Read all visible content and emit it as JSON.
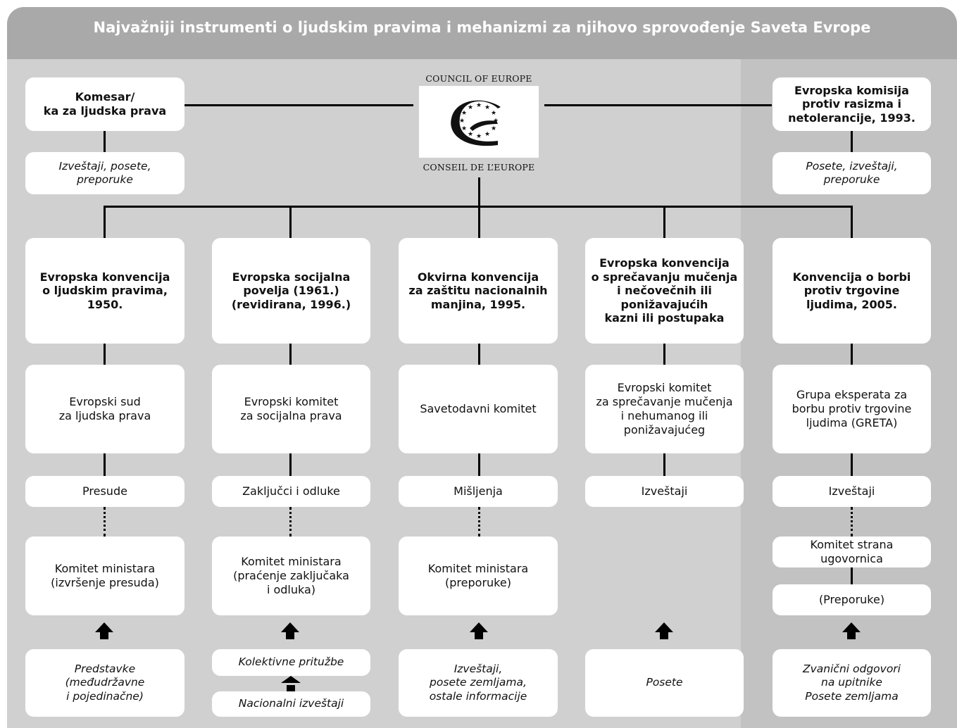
{
  "title": "Najvažniji instrumenti o ljudskim pravima i mehanizmi za njihovo sprovođenje Saveta Evrope",
  "logo": {
    "top_text": "COUNCIL OF EUROPE",
    "bottom_text": "CONSEIL DE L’EUROPE"
  },
  "top_left": {
    "title_line1": "Komesar/",
    "title_line2": "ka za ljudska prava",
    "activities_line1": "Izveštaji, posete,",
    "activities_line2": "preporuke"
  },
  "top_right": {
    "title_line1": "Evropska komisija",
    "title_line2": "protiv rasizma i",
    "title_line3": "netolerancije, 1993.",
    "activities_line1": "Posete, izveštaji,",
    "activities_line2": "preporuke"
  },
  "columns": [
    {
      "instrument": [
        "Evropska konvencija",
        "o ljudskim pravima,",
        "1950."
      ],
      "body": [
        "Evropski sud",
        "za ljudska prava"
      ],
      "output": "Presude",
      "follow_up": [
        "Komitet ministara",
        "(izvršenje presuda)"
      ],
      "sources": [
        "Predstavke",
        "(međudržavne",
        "i pojedinačne)"
      ]
    },
    {
      "instrument": [
        "Evropska socijalna",
        "povelja (1961.)",
        "(revidirana, 1996.)"
      ],
      "body": [
        "Evropski komitet",
        "za socijalna prava"
      ],
      "output": "Zaključci i odluke",
      "follow_up": [
        "Komitet ministara",
        "(praćenje zaključaka",
        "i odluka)"
      ],
      "sources_a": "Kolektivne pritužbe",
      "sources_b": "Nacionalni izveštaji"
    },
    {
      "instrument": [
        "Okvirna konvencija",
        "za zaštitu nacionalnih",
        "manjina, 1995."
      ],
      "body": [
        "Savetodavni komitet"
      ],
      "output": "Mišljenja",
      "follow_up": [
        "Komitet ministara",
        "(preporuke)"
      ],
      "sources": [
        "Izveštaji,",
        "posete zemljama,",
        "ostale informacije"
      ]
    },
    {
      "instrument": [
        "Evropska konvencija",
        "o sprečavanju mučenja",
        "i nečovečnih ili",
        "ponižavajućih",
        "kazni ili postupaka"
      ],
      "body": [
        "Evropski komitet",
        "za sprečavanje mučenja",
        "i nehumanog ili",
        "ponižavajućeg"
      ],
      "output": "Izveštaji",
      "sources": [
        "Posete"
      ]
    },
    {
      "instrument": [
        "Konvencija o borbi",
        "protiv trgovine",
        "ljudima, 2005."
      ],
      "body": [
        "Grupa eksperata za",
        "borbu protiv trgovine",
        "ljudima (GRETA)"
      ],
      "output": "Izveštaji",
      "committee": [
        "Komitet strana",
        "ugovornica"
      ],
      "recommendations": "(Preporuke)",
      "sources": [
        "Zvanični odgovori",
        "na upitnike",
        "Posete zemljama"
      ]
    }
  ]
}
